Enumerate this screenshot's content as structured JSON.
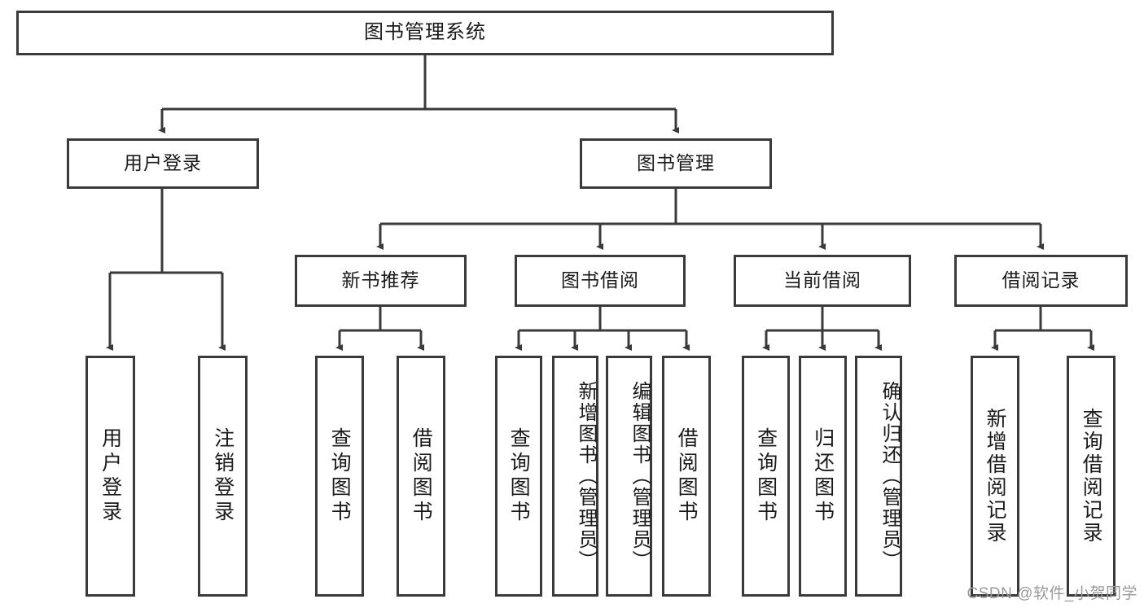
{
  "diagram": {
    "title": "图书管理系统",
    "root": {
      "label": "图书管理系统"
    },
    "level2": [
      {
        "label": "用户登录"
      },
      {
        "label": "图书管理"
      }
    ],
    "level3": [
      {
        "label": "新书推荐"
      },
      {
        "label": "图书借阅"
      },
      {
        "label": "当前借阅"
      },
      {
        "label": "借阅记录"
      }
    ],
    "leaves": {
      "user_login": [
        {
          "label": "用户登录"
        },
        {
          "label": "注销登录"
        }
      ],
      "new_book_recommend": [
        {
          "label": "查询图书"
        },
        {
          "label": "借阅图书"
        }
      ],
      "book_borrow": [
        {
          "label": "查询图书"
        },
        {
          "label": "新增图书（管理员）"
        },
        {
          "label": "编辑图书（管理员）"
        },
        {
          "label": "借阅图书"
        }
      ],
      "current_borrow": [
        {
          "label": "查询图书"
        },
        {
          "label": "归还图书"
        },
        {
          "label": "确认归还（管理员）"
        }
      ],
      "borrow_record": [
        {
          "label": "新增借阅记录"
        },
        {
          "label": "查询借阅记录"
        }
      ]
    }
  },
  "watermark": {
    "text": "CSDN @软件_小贺同学"
  },
  "colors": {
    "border": "#3a3a3a",
    "text": "#1a1a1a",
    "background": "#ffffff",
    "watermark": "#9a9a9a"
  }
}
